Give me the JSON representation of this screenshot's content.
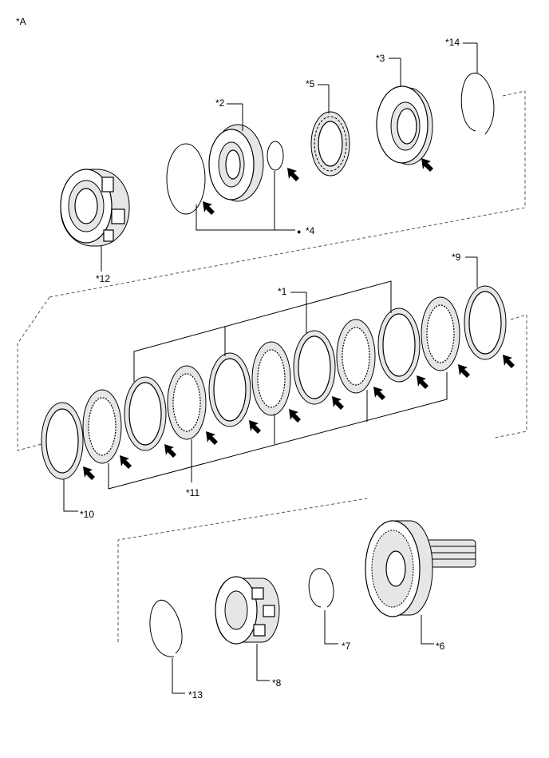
{
  "view_label": "*A",
  "callouts": {
    "c1": "*1",
    "c2": "*2",
    "c3": "*3",
    "c4": "*4",
    "c5": "*5",
    "c6": "*6",
    "c7": "*7",
    "c8": "*8",
    "c9": "*9",
    "c10": "*10",
    "c11": "*11",
    "c12": "*12",
    "c13": "*13",
    "c14": "*14"
  },
  "non_reusable_marker": "●"
}
